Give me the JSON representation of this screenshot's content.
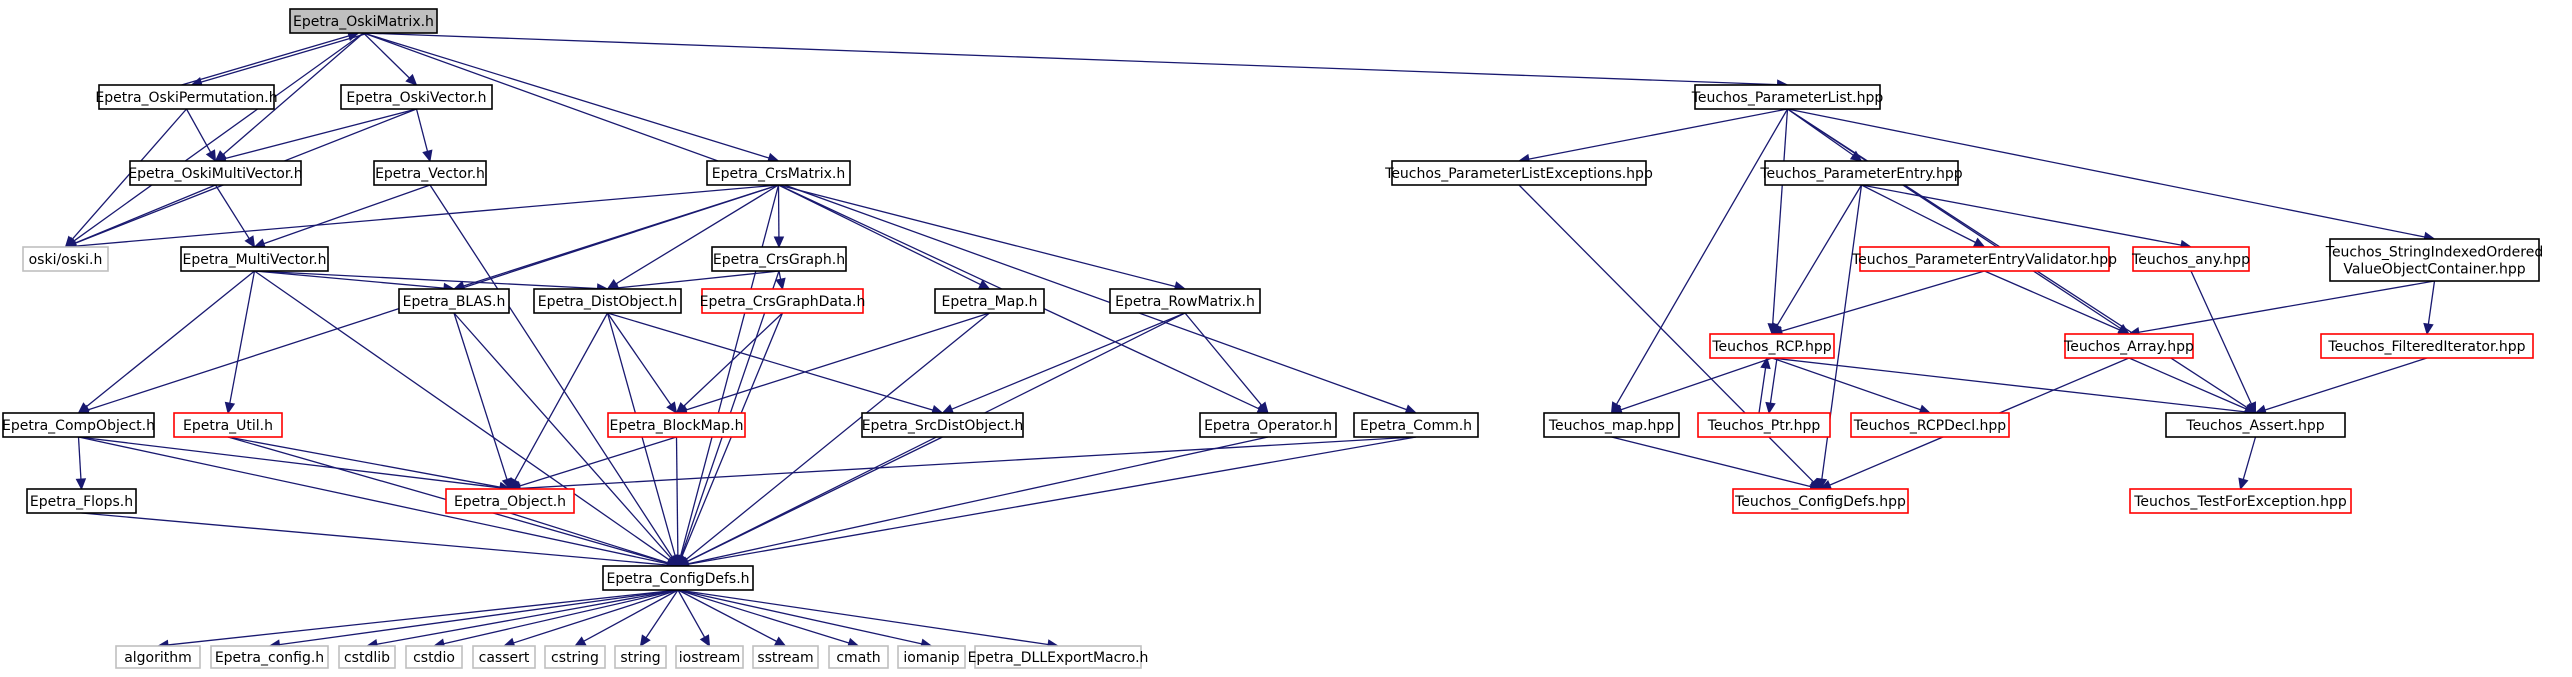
{
  "nodes": [
    {
      "id": "oskimatrix",
      "label": "Epetra_OskiMatrix.h",
      "style": "focus"
    },
    {
      "id": "oskiperm",
      "label": "Epetra_OskiPermutation.h",
      "style": "normal"
    },
    {
      "id": "oskivector",
      "label": "Epetra_OskiVector.h",
      "style": "normal"
    },
    {
      "id": "oskimultivector",
      "label": "Epetra_OskiMultiVector.h",
      "style": "normal"
    },
    {
      "id": "vector",
      "label": "Epetra_Vector.h",
      "style": "normal"
    },
    {
      "id": "oski",
      "label": "oski/oski.h",
      "style": "ext"
    },
    {
      "id": "multivector",
      "label": "Epetra_MultiVector.h",
      "style": "normal"
    },
    {
      "id": "crsmatrix",
      "label": "Epetra_CrsMatrix.h",
      "style": "normal"
    },
    {
      "id": "crsgraph",
      "label": "Epetra_CrsGraph.h",
      "style": "normal"
    },
    {
      "id": "blas",
      "label": "Epetra_BLAS.h",
      "style": "normal"
    },
    {
      "id": "distobject",
      "label": "Epetra_DistObject.h",
      "style": "normal"
    },
    {
      "id": "crsgraphdata",
      "label": "Epetra_CrsGraphData.h",
      "style": "red"
    },
    {
      "id": "map",
      "label": "Epetra_Map.h",
      "style": "normal"
    },
    {
      "id": "rowmatrix",
      "label": "Epetra_RowMatrix.h",
      "style": "normal"
    },
    {
      "id": "compobject",
      "label": "Epetra_CompObject.h",
      "style": "normal"
    },
    {
      "id": "util",
      "label": "Epetra_Util.h",
      "style": "red"
    },
    {
      "id": "blockmap",
      "label": "Epetra_BlockMap.h",
      "style": "red"
    },
    {
      "id": "srcdistobject",
      "label": "Epetra_SrcDistObject.h",
      "style": "normal"
    },
    {
      "id": "operator",
      "label": "Epetra_Operator.h",
      "style": "normal"
    },
    {
      "id": "comm",
      "label": "Epetra_Comm.h",
      "style": "normal"
    },
    {
      "id": "flops",
      "label": "Epetra_Flops.h",
      "style": "normal"
    },
    {
      "id": "object",
      "label": "Epetra_Object.h",
      "style": "red"
    },
    {
      "id": "configdefs",
      "label": "Epetra_ConfigDefs.h",
      "style": "normal"
    },
    {
      "id": "algorithm",
      "label": "algorithm",
      "style": "ext"
    },
    {
      "id": "epetraconfig",
      "label": "Epetra_config.h",
      "style": "ext"
    },
    {
      "id": "cstdlib",
      "label": "cstdlib",
      "style": "ext"
    },
    {
      "id": "cstdio",
      "label": "cstdio",
      "style": "ext"
    },
    {
      "id": "cassert",
      "label": "cassert",
      "style": "ext"
    },
    {
      "id": "cstring",
      "label": "cstring",
      "style": "ext"
    },
    {
      "id": "string",
      "label": "string",
      "style": "ext"
    },
    {
      "id": "iostream",
      "label": "iostream",
      "style": "ext"
    },
    {
      "id": "sstream",
      "label": "sstream",
      "style": "ext"
    },
    {
      "id": "cmath",
      "label": "cmath",
      "style": "ext"
    },
    {
      "id": "iomanip",
      "label": "iomanip",
      "style": "ext"
    },
    {
      "id": "dllexport",
      "label": "Epetra_DLLExportMacro.h",
      "style": "ext"
    },
    {
      "id": "paramlist",
      "label": "Teuchos_ParameterList.hpp",
      "style": "normal"
    },
    {
      "id": "paramlistexc",
      "label": "Teuchos_ParameterListExceptions.hpp",
      "style": "normal"
    },
    {
      "id": "paramentry",
      "label": "Teuchos_ParameterEntry.hpp",
      "style": "normal"
    },
    {
      "id": "strindexed",
      "label": "Teuchos_StringIndexedOrdered|ValueObjectContainer.hpp",
      "style": "normal"
    },
    {
      "id": "paramentryvalidator",
      "label": "Teuchos_ParameterEntryValidator.hpp",
      "style": "red"
    },
    {
      "id": "any",
      "label": "Teuchos_any.hpp",
      "style": "red"
    },
    {
      "id": "rcp",
      "label": "Teuchos_RCP.hpp",
      "style": "red"
    },
    {
      "id": "tarray",
      "label": "Teuchos_Array.hpp",
      "style": "red"
    },
    {
      "id": "filterediter",
      "label": "Teuchos_FilteredIterator.hpp",
      "style": "red"
    },
    {
      "id": "tmap",
      "label": "Teuchos_map.hpp",
      "style": "normal"
    },
    {
      "id": "ptr",
      "label": "Teuchos_Ptr.hpp",
      "style": "red"
    },
    {
      "id": "rcpdecl",
      "label": "Teuchos_RCPDecl.hpp",
      "style": "red"
    },
    {
      "id": "tassert",
      "label": "Teuchos_Assert.hpp",
      "style": "normal"
    },
    {
      "id": "tconfigdefs",
      "label": "Teuchos_ConfigDefs.hpp",
      "style": "red"
    },
    {
      "id": "testforexc",
      "label": "Teuchos_TestForException.hpp",
      "style": "red"
    }
  ],
  "edges": [
    [
      "oskimatrix",
      "oskiperm"
    ],
    [
      "oskiperm",
      "oskimatrix"
    ],
    [
      "oskimatrix",
      "oskivector"
    ],
    [
      "oskimatrix",
      "oskimultivector"
    ],
    [
      "oskimatrix",
      "oski"
    ],
    [
      "oskimatrix",
      "crsmatrix"
    ],
    [
      "oskimatrix",
      "comm"
    ],
    [
      "oskimatrix",
      "paramlist"
    ],
    [
      "oskiperm",
      "oskimultivector"
    ],
    [
      "oskiperm",
      "oski"
    ],
    [
      "oskivector",
      "oskimultivector"
    ],
    [
      "oskivector",
      "vector"
    ],
    [
      "oskivector",
      "oski"
    ],
    [
      "oskimultivector",
      "oski"
    ],
    [
      "oskimultivector",
      "multivector"
    ],
    [
      "vector",
      "multivector"
    ],
    [
      "vector",
      "configdefs"
    ],
    [
      "multivector",
      "compobject"
    ],
    [
      "multivector",
      "util"
    ],
    [
      "multivector",
      "blas"
    ],
    [
      "multivector",
      "distobject"
    ],
    [
      "multivector",
      "configdefs"
    ],
    [
      "crsmatrix",
      "oski"
    ],
    [
      "crsmatrix",
      "crsgraph"
    ],
    [
      "crsmatrix",
      "blas"
    ],
    [
      "crsmatrix",
      "distobject"
    ],
    [
      "crsmatrix",
      "map"
    ],
    [
      "crsmatrix",
      "rowmatrix"
    ],
    [
      "crsmatrix",
      "operator"
    ],
    [
      "crsmatrix",
      "compobject"
    ],
    [
      "crsmatrix",
      "configdefs"
    ],
    [
      "crsgraph",
      "distobject"
    ],
    [
      "crsgraph",
      "crsgraphdata"
    ],
    [
      "crsgraph",
      "configdefs"
    ],
    [
      "blas",
      "object"
    ],
    [
      "blas",
      "configdefs"
    ],
    [
      "distobject",
      "blockmap"
    ],
    [
      "distobject",
      "srcdistobject"
    ],
    [
      "distobject",
      "object"
    ],
    [
      "distobject",
      "configdefs"
    ],
    [
      "crsgraphdata",
      "blockmap"
    ],
    [
      "crsgraphdata",
      "configdefs"
    ],
    [
      "map",
      "blockmap"
    ],
    [
      "map",
      "configdefs"
    ],
    [
      "rowmatrix",
      "operator"
    ],
    [
      "rowmatrix",
      "srcdistobject"
    ],
    [
      "rowmatrix",
      "configdefs"
    ],
    [
      "compobject",
      "flops"
    ],
    [
      "compobject",
      "object"
    ],
    [
      "compobject",
      "configdefs"
    ],
    [
      "util",
      "object"
    ],
    [
      "util",
      "configdefs"
    ],
    [
      "blockmap",
      "object"
    ],
    [
      "blockmap",
      "configdefs"
    ],
    [
      "srcdistobject",
      "configdefs"
    ],
    [
      "operator",
      "configdefs"
    ],
    [
      "comm",
      "object"
    ],
    [
      "comm",
      "configdefs"
    ],
    [
      "flops",
      "configdefs"
    ],
    [
      "object",
      "configdefs"
    ],
    [
      "configdefs",
      "algorithm"
    ],
    [
      "configdefs",
      "epetraconfig"
    ],
    [
      "configdefs",
      "cstdlib"
    ],
    [
      "configdefs",
      "cstdio"
    ],
    [
      "configdefs",
      "cassert"
    ],
    [
      "configdefs",
      "cstring"
    ],
    [
      "configdefs",
      "string"
    ],
    [
      "configdefs",
      "iostream"
    ],
    [
      "configdefs",
      "sstream"
    ],
    [
      "configdefs",
      "cmath"
    ],
    [
      "configdefs",
      "iomanip"
    ],
    [
      "configdefs",
      "dllexport"
    ],
    [
      "paramlist",
      "paramlistexc"
    ],
    [
      "paramlist",
      "paramentry"
    ],
    [
      "paramlist",
      "strindexed"
    ],
    [
      "paramlist",
      "rcp"
    ],
    [
      "paramlist",
      "tarray"
    ],
    [
      "paramlist",
      "tmap"
    ],
    [
      "paramlist",
      "tassert"
    ],
    [
      "paramlistexc",
      "tconfigdefs"
    ],
    [
      "paramentry",
      "paramentryvalidator"
    ],
    [
      "paramentry",
      "any"
    ],
    [
      "paramentry",
      "rcp"
    ],
    [
      "paramentry",
      "tconfigdefs"
    ],
    [
      "strindexed",
      "tarray"
    ],
    [
      "strindexed",
      "filterediter"
    ],
    [
      "paramentryvalidator",
      "rcp"
    ],
    [
      "paramentryvalidator",
      "tarray"
    ],
    [
      "any",
      "tassert"
    ],
    [
      "rcp",
      "tmap"
    ],
    [
      "rcp",
      "ptr"
    ],
    [
      "ptr",
      "rcp"
    ],
    [
      "rcp",
      "rcpdecl"
    ],
    [
      "rcp",
      "tassert"
    ],
    [
      "tarray",
      "tassert"
    ],
    [
      "tarray",
      "tconfigdefs"
    ],
    [
      "filterediter",
      "tassert"
    ],
    [
      "tmap",
      "tconfigdefs"
    ],
    [
      "tassert",
      "testforexc"
    ]
  ]
}
